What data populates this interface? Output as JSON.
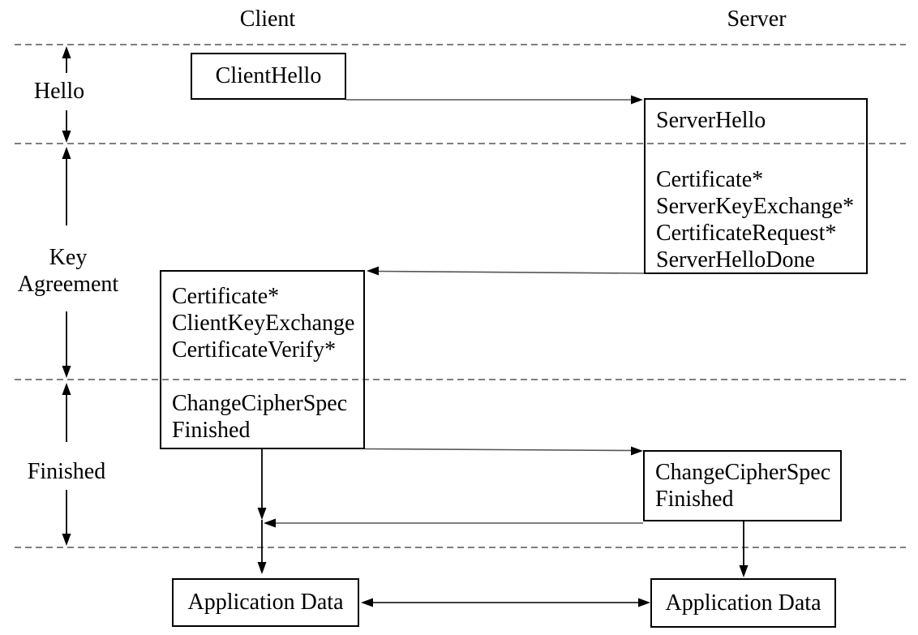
{
  "diagram": {
    "columns": {
      "client": "Client",
      "server": "Server"
    },
    "phases": [
      {
        "id": "hello",
        "lines": [
          "Hello"
        ]
      },
      {
        "id": "key-agreement",
        "lines": [
          "Key",
          "Agreement"
        ]
      },
      {
        "id": "finished",
        "lines": [
          "Finished"
        ]
      }
    ],
    "boxes": {
      "client_hello": {
        "lines": [
          "ClientHello"
        ]
      },
      "server_flight": {
        "group1": [
          "ServerHello"
        ],
        "group2": [
          "Certificate*",
          "ServerKeyExchange*",
          "CertificateRequest*",
          "ServerHelloDone"
        ]
      },
      "client_flight": {
        "group1": [
          "Certificate*",
          "ClientKeyExchange",
          "CertificateVerify*"
        ],
        "group2": [
          "ChangeCipherSpec",
          "Finished"
        ]
      },
      "server_ccs": {
        "lines": [
          "ChangeCipherSpec",
          "Finished"
        ]
      },
      "app_data_client": {
        "lines": [
          "Application Data"
        ]
      },
      "app_data_server": {
        "lines": [
          "Application Data"
        ]
      }
    },
    "colors": {
      "ink": "#000000",
      "thin_line": "#555555"
    }
  }
}
